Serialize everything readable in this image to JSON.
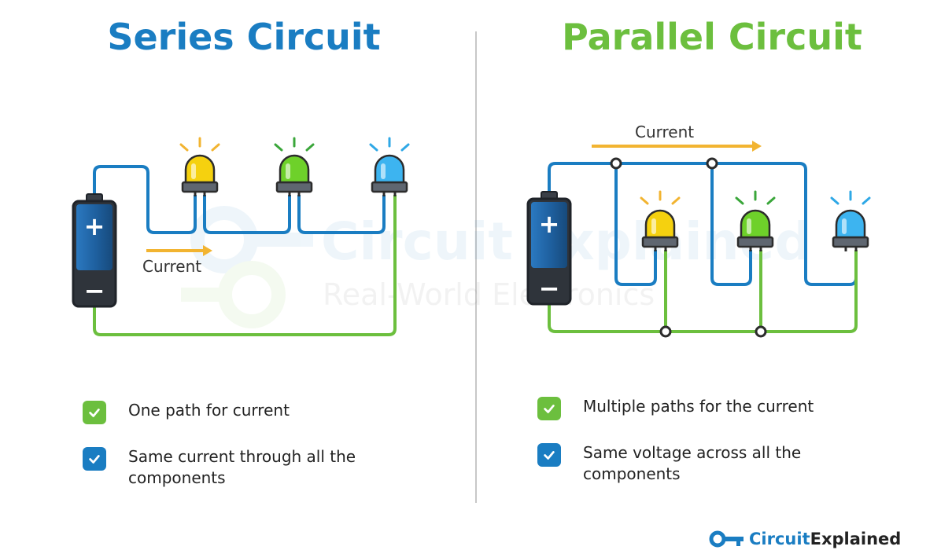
{
  "series": {
    "title": "Series Circuit",
    "current_label": "Current",
    "bullets": [
      {
        "text": "One path for current",
        "check_color": "green"
      },
      {
        "text": "Same current through all the components",
        "check_color": "blue"
      }
    ]
  },
  "parallel": {
    "title": "Parallel Circuit",
    "current_label": "Current",
    "bullets": [
      {
        "text": "Multiple paths for the current",
        "check_color": "green"
      },
      {
        "text": "Same voltage across all the components",
        "check_color": "blue"
      }
    ]
  },
  "battery": {
    "plus": "+",
    "minus": "−"
  },
  "watermark": {
    "brand_a": "Circuit",
    "brand_b": "Explained",
    "tagline": "Real-World Electronics"
  },
  "brand": {
    "part1": "Circuit",
    "part2": "Explained"
  },
  "colors": {
    "blue": "#1a7dc2",
    "green": "#6cbf3e",
    "yellow_led": "#f5d10f",
    "green_led": "#6ed12a",
    "blue_led": "#3db4f0",
    "arrow": "#f2b431",
    "wire_positive": "#1a7dc2",
    "wire_negative": "#6cbf3e"
  },
  "leds": [
    "yellow",
    "green",
    "blue"
  ]
}
